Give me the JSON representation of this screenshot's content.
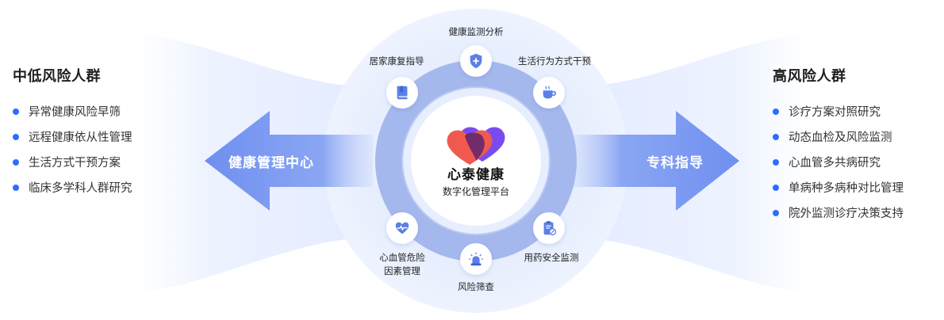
{
  "left_panel": {
    "title": "中低风险人群",
    "items": [
      "异常健康风险早筛",
      "远程健康依从性管理",
      "生活方式干预方案",
      "临床多学科人群研究"
    ]
  },
  "right_panel": {
    "title": "高风险人群",
    "items": [
      "诊疗方案对照研究",
      "动态血检及风险监测",
      "心血管多共病研究",
      "单病种多病种对比管理",
      "院外监测诊疗决策支持"
    ]
  },
  "left_arrow": {
    "label": "健康管理中心"
  },
  "right_arrow": {
    "label": "专科指导"
  },
  "center": {
    "title": "心泰健康",
    "subtitle": "数字化管理平台"
  },
  "nodes": {
    "top": {
      "label": "健康监测分析",
      "icon": "shield-plus-icon"
    },
    "top_right": {
      "label": "生活行为方式干预",
      "icon": "coffee-cup-icon"
    },
    "bottom_right": {
      "label": "用药安全监测",
      "icon": "medication-clipboard-icon"
    },
    "bottom": {
      "label": "风险筛查",
      "icon": "alarm-light-icon"
    },
    "bottom_left": {
      "label_line1": "心血管危险",
      "label_line2": "因素管理",
      "icon": "heart-pulse-icon"
    },
    "top_left": {
      "label": "居家康复指导",
      "icon": "book-icon"
    }
  },
  "colors": {
    "accent": "#2f6bff",
    "ring": "#a5b8ee",
    "arrow": "#7f9cf2",
    "heart_front": "#f05a4e",
    "heart_back": "#7a4cf0"
  }
}
